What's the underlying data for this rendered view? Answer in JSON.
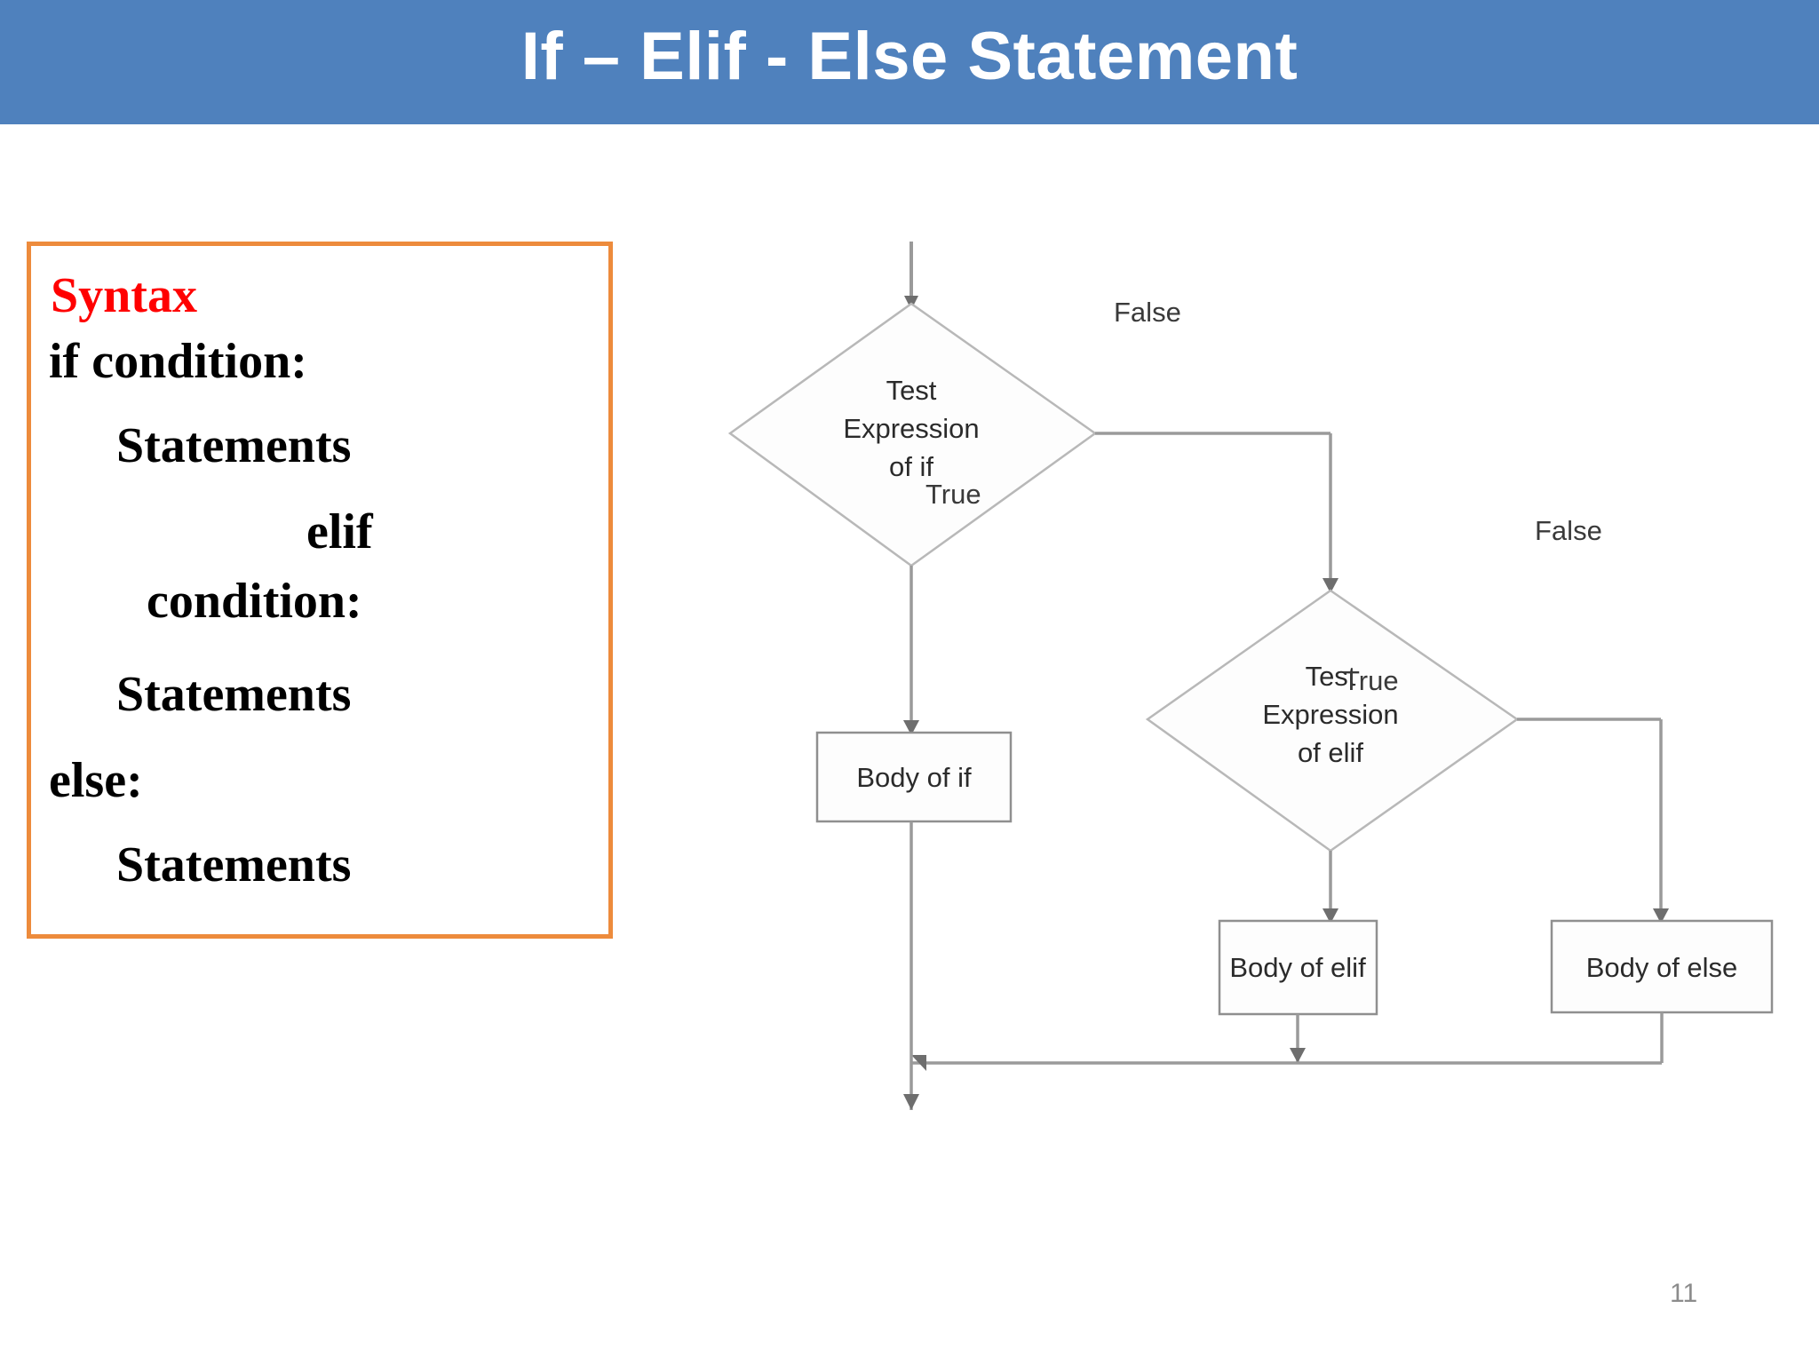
{
  "slide": {
    "title": "If – Elif - Else Statement",
    "page_number": "11",
    "header_color": "#4f81bd",
    "accent_border_color": "#ed8b3c",
    "heading_color": "#ff0000"
  },
  "syntax_box": {
    "heading": "Syntax",
    "lines": [
      "if condition:",
      "Statements",
      "elif",
      "condition:",
      "Statements",
      "else:",
      "Statements"
    ]
  },
  "flowchart": {
    "nodes": [
      {
        "id": "test-if",
        "shape": "diamond",
        "label": "Test\nExpression\nof if"
      },
      {
        "id": "body-if",
        "shape": "rect",
        "label": "Body of if"
      },
      {
        "id": "test-elif",
        "shape": "diamond",
        "label": "Test\nExpression\nof elif"
      },
      {
        "id": "body-elif",
        "shape": "rect",
        "label": "Body of elif"
      },
      {
        "id": "body-else",
        "shape": "rect",
        "label": "Body of else"
      }
    ],
    "node_labels": {
      "test_if_line1": "Test",
      "test_if_line2": "Expression",
      "test_if_line3": "of if",
      "body_if": "Body of if",
      "test_elif_line1": "Test",
      "test_elif_line2": "Expression",
      "test_elif_line3": "of elif",
      "body_elif": "Body of elif",
      "body_else": "Body of else"
    },
    "edge_labels": {
      "if_false": "False",
      "if_true": "True",
      "elif_false": "False",
      "elif_true": "True"
    }
  }
}
